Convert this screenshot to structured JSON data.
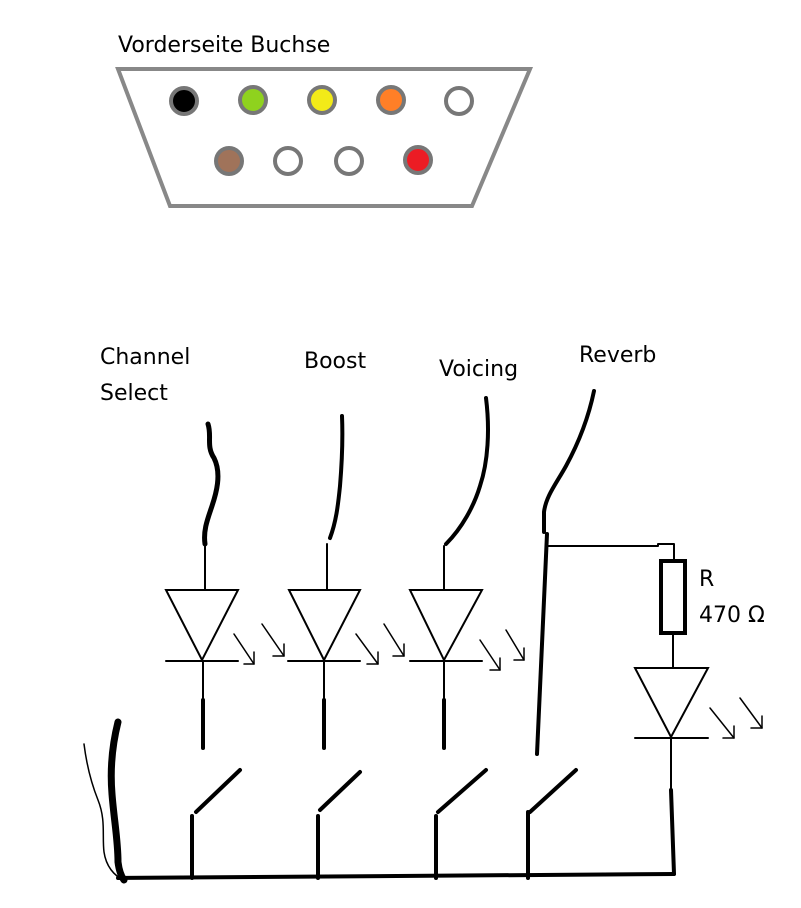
{
  "connector": {
    "title": "Vorderseite Buchse",
    "pins_row1": [
      {
        "color": "#000000"
      },
      {
        "color": "#8fd21e"
      },
      {
        "color": "#f2ea18"
      },
      {
        "color": "#ff7f27"
      },
      {
        "color": "#ffffff"
      }
    ],
    "pins_row2": [
      {
        "color": "#a0735a"
      },
      {
        "color": "#ffffff"
      },
      {
        "color": "#ffffff"
      },
      {
        "color": "#ec1c24"
      }
    ]
  },
  "circuit": {
    "channels": [
      {
        "label_line1": "Channel",
        "label_line2": "Select",
        "wire_color": "#ec1c24"
      },
      {
        "label_line1": "Boost",
        "label_line2": "",
        "wire_color": "#f2ea18"
      },
      {
        "label_line1": "Voicing",
        "label_line2": "",
        "wire_color": "#a8e01f"
      },
      {
        "label_line1": "Reverb",
        "label_line2": "",
        "wire_color": "#ff7f27"
      }
    ],
    "resistor": {
      "label": "R",
      "value": "470 Ω"
    },
    "ground_wire_color": "#b47d5a"
  }
}
